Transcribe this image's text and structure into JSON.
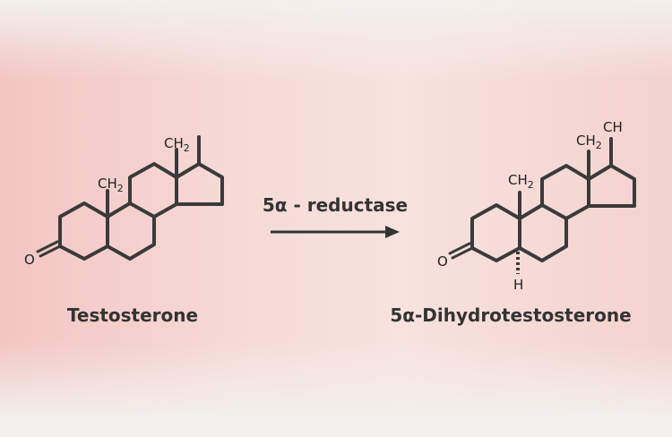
{
  "reactant": {
    "name": "Testosterone",
    "labels": {
      "methyl1": "CH",
      "methyl1_sub": "2",
      "methyl2": "CH",
      "methyl2_sub": "2",
      "oxygen": "O"
    }
  },
  "product": {
    "name": "5α-Dihydrotestosterone",
    "labels": {
      "methyl1": "CH",
      "methyl1_sub": "2",
      "methyl2": "CH",
      "methyl2_sub": "2",
      "oxygen": "O",
      "hydrogen": "H",
      "side": "CH"
    }
  },
  "reaction": {
    "enzyme": "5α - reductase"
  },
  "colors": {
    "ink": "#3a3a3a",
    "band": "#f3c5c2",
    "background": "#f2f1ee"
  }
}
